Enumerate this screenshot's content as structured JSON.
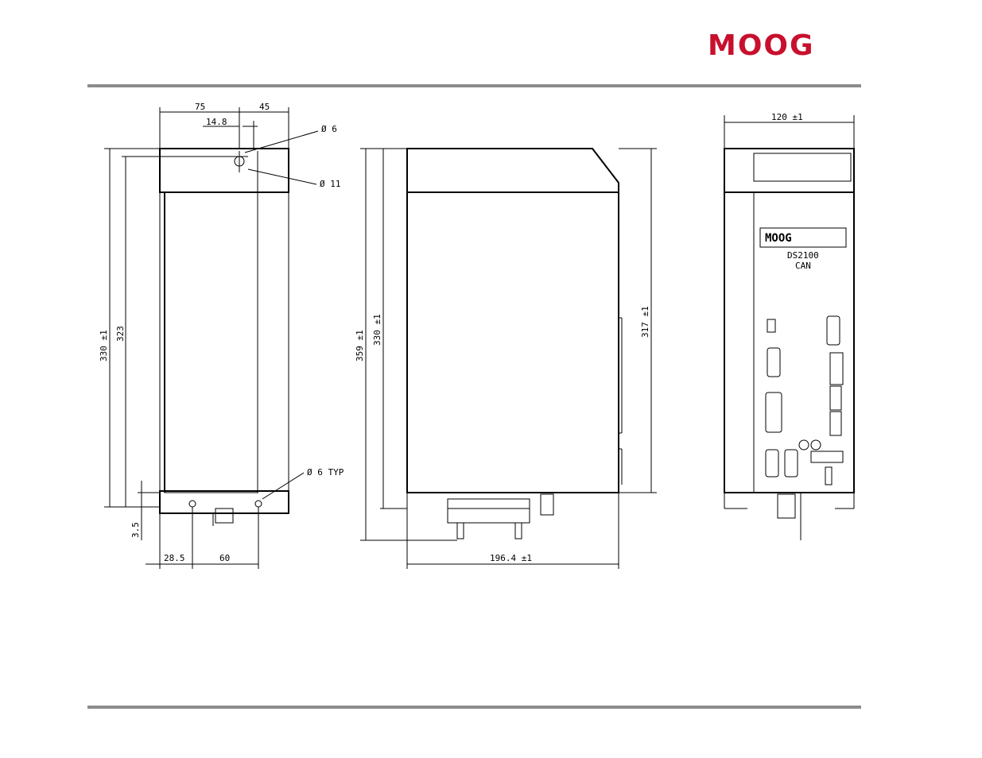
{
  "brand": {
    "logo_text": "MOOG",
    "color": "#c8102e"
  },
  "rule_color": "#8c8c8c",
  "dims": {
    "top_left": "75",
    "top_right": "45",
    "offset": "14.8",
    "hole_small": "Ø 6",
    "hole_large": "Ø 11",
    "height_overall": "330 ±1",
    "height_inner": "323",
    "bottom_small": "3.5",
    "hole_typ": "Ø 6 TYP",
    "bottom_left": "28.5",
    "bottom_mid": "60",
    "side_height_total": "359 ±1",
    "side_height": "330 ±1",
    "side_height_right": "317 ±1",
    "depth": "196.4 ±1",
    "front_width": "120 ±1"
  },
  "front_panel": {
    "logo": "MOOG",
    "model": "DS2100",
    "variant": "CAN"
  }
}
